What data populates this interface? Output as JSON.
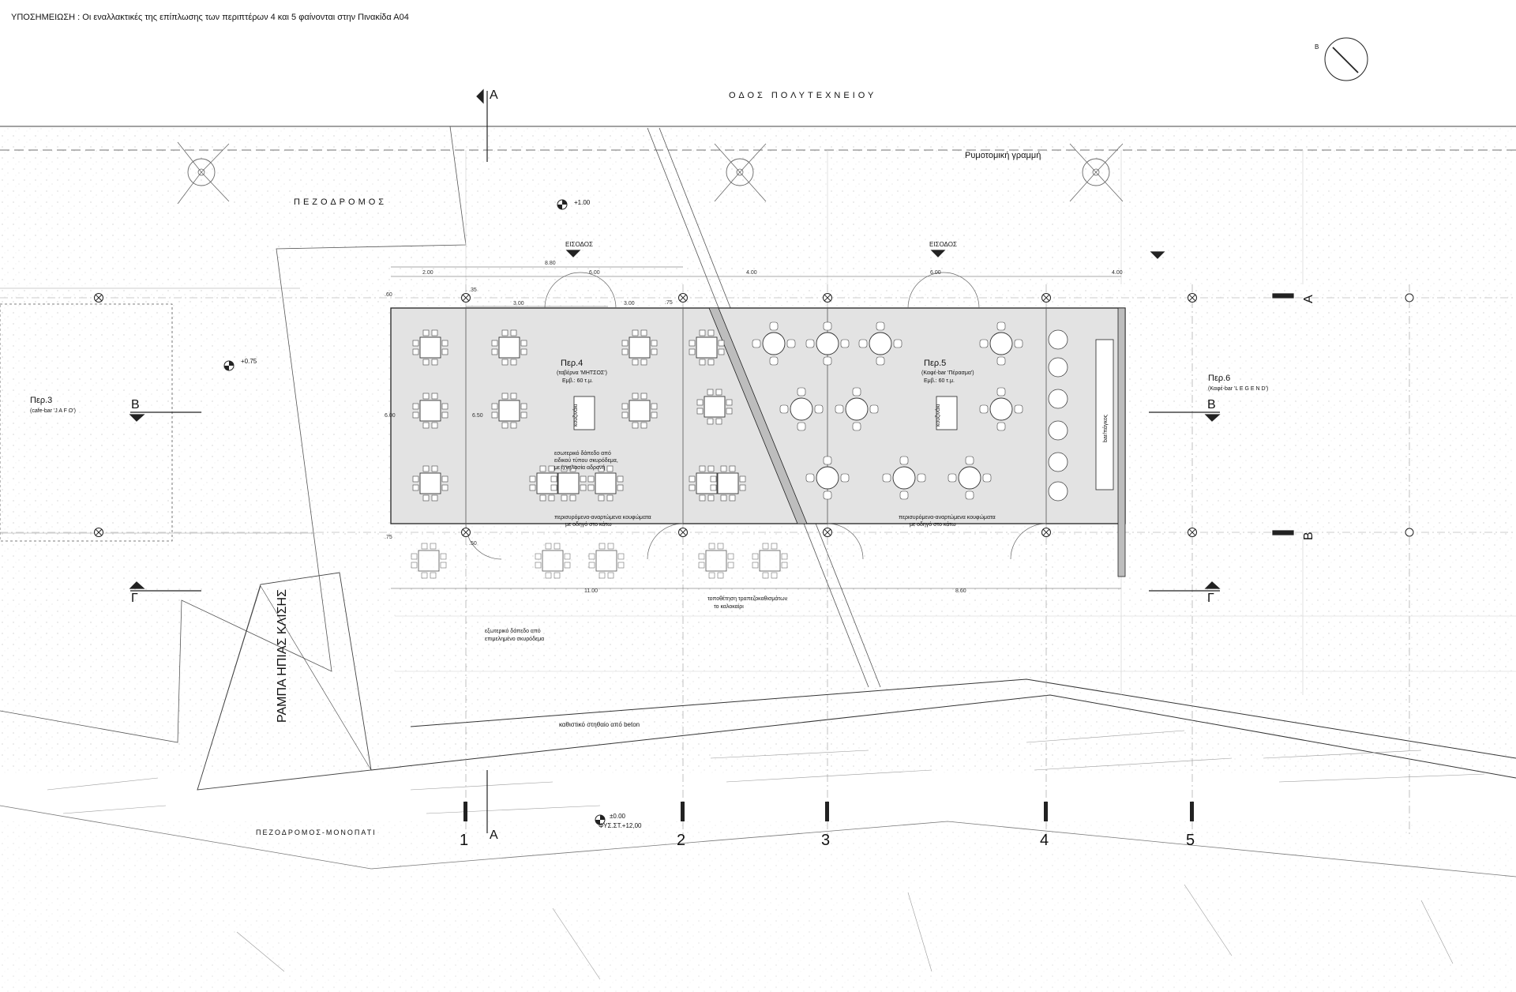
{
  "note": {
    "text": "ΥΠΟΣΗΜΕΙΩΣΗ : Οι εναλλακτικές της επίπλωσης των περιπτέρων 4 και 5 φαίνονται στην Πινακίδα   Α04"
  },
  "streets": {
    "north": "ΟΔΟΣ ΠΟΛΥΤΕΧΝΕΙΟΥ",
    "pedestrian_west": "ΠΕΖΟΔΡΟΜΟΣ",
    "pedestrian_south": "ΠΕΖΟΔΡΟΜΟΣ-ΜΟΝΟΠΑΤΙ",
    "building_line": "Ρυμοτομική γραμμή"
  },
  "ramp": {
    "label": "ΡΑΜΠΑ ΗΠΙΑΣ ΚΛΙΣΗΣ"
  },
  "retaining": {
    "label": "καθιστικό στηθαίο από beton"
  },
  "entrances": {
    "left": "ΕΙΣΟΔΟΣ",
    "right": "ΕΙΣΟΔΟΣ"
  },
  "levels": {
    "top": "+1.00",
    "left": "+0.75",
    "bottom_1": "±0.00",
    "bottom_2": "ΦΥΣ.ΣΤ.+12,00"
  },
  "kiosks": {
    "k3": {
      "name": "Περ.3",
      "desc": "(cafe-bar 'J A F O')"
    },
    "k4": {
      "name": "Περ.4",
      "desc": "(ταβέρνα 'ΜΗΤΣΟΣ')",
      "area": "Εμβ.: 60 τ.μ.",
      "counter": "κουζινάκι"
    },
    "k5": {
      "name": "Περ.5",
      "desc": "(Καφέ-bar 'Πέρασμα')",
      "area": "Εμβ.: 60 τ.μ.",
      "counter": "κουζινάκι"
    },
    "k6": {
      "name": "Περ.6",
      "desc": "(Καφέ-bar 'L E G E N D')"
    },
    "bar_counter": "bar/πάγκος"
  },
  "annotations": {
    "inner_floor_1": "εσωτερικό δάπεδο από",
    "inner_floor_2": "ειδικού τύπου σκυρόδεμα,",
    "inner_floor_3": "με ίχνηλασία αδρανή",
    "glazing_left_1": "περισυρόμενα-αναρτώμενα κουφώματα",
    "glazing_left_2": "με οδηγό στο κάτω",
    "glazing_right_1": "περισυρόμενα-αναρτώμενα κουφώματα",
    "glazing_right_2": "με οδηγό στο κάτω",
    "outer_floor_1": "εξωτερικό δάπεδο από",
    "outer_floor_2": "επιμελημένο σκυρόδεμα",
    "tables_1": "τοποθέτηση τραπεζοκαθισμάτων",
    "tables_2": "το καλοκαίρι"
  },
  "sections": {
    "a": "Α",
    "b": "Β",
    "g": "Γ"
  },
  "compass": {
    "label": "Β"
  },
  "axes": [
    "1",
    "2",
    "3",
    "4",
    "5"
  ],
  "dimensions": {
    "d_880": "8.80",
    "d_200": "2.00",
    "d_600a": "6.00",
    "d_400a": "4.00",
    "d_600b": "6.00",
    "d_400b": "4.00",
    "d_300a": "3.00",
    "d_300b": "3.00",
    "d_1100": "11.00",
    "d_860": "8.60",
    "d_650": "6.50",
    "d_600v": "6.00",
    "d_075a": ".75",
    "d_075b": ".75",
    "d_060": ".60",
    "d_035": ".35",
    "d_050": ".50"
  }
}
